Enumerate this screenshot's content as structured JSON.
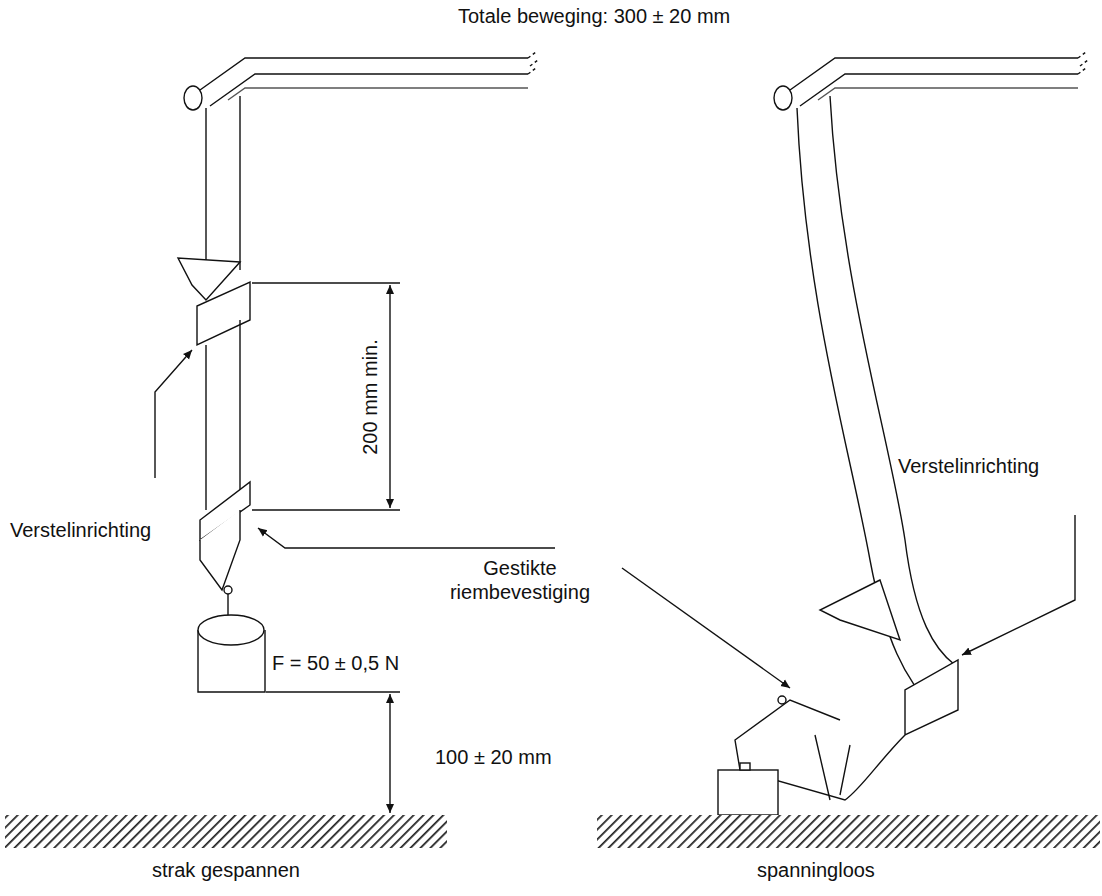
{
  "diagram": {
    "labels": [
      "Totale beweging: 300 ± 20 mm",
      "200 mm min.",
      "Verstelinrichting",
      "Gestikte riembevestiging",
      "Verstelinrichting",
      "F = 50 ± 0,5 N",
      "100 ± 20 mm",
      "strak gespannen",
      "spanningloos"
    ]
  }
}
